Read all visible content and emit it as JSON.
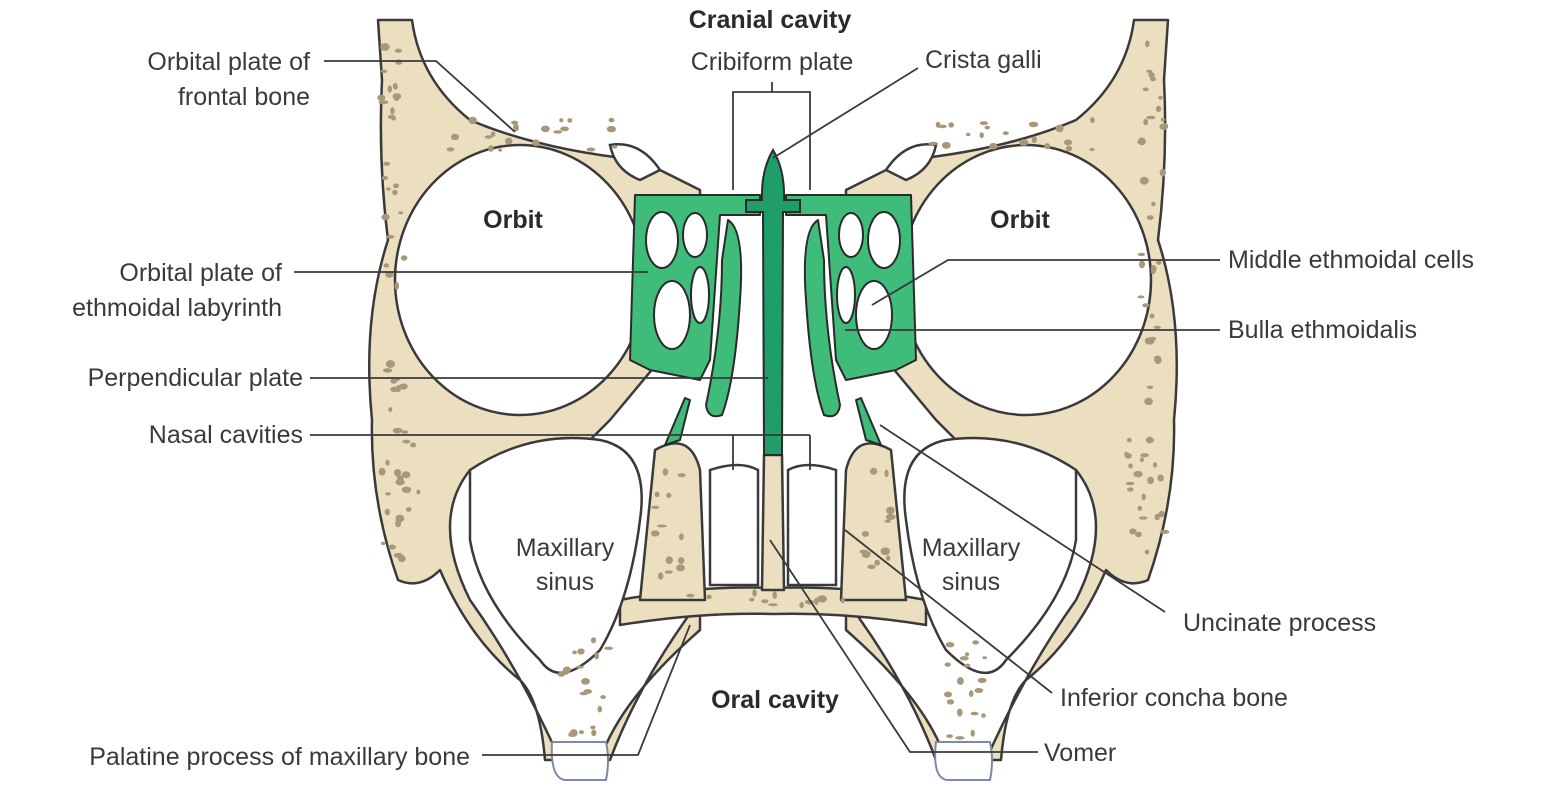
{
  "labels": {
    "cranial_cavity": "Cranial cavity",
    "cribiform_plate": "Cribiform plate",
    "crista_galli": "Crista galli",
    "orbital_plate_frontal_1": "Orbital plate of",
    "orbital_plate_frontal_2": "frontal bone",
    "orbit_left": "Orbit",
    "orbit_right": "Orbit",
    "orbital_plate_ethmoid_1": "Orbital plate of",
    "orbital_plate_ethmoid_2": "ethmoidal labyrinth",
    "middle_ethmoidal_cells": "Middle ethmoidal cells",
    "bulla_ethmoidalis": "Bulla ethmoidalis",
    "perpendicular_plate": "Perpendicular plate",
    "nasal_cavities": "Nasal cavities",
    "maxillary_sinus_left_1": "Maxillary",
    "maxillary_sinus_left_2": "sinus",
    "maxillary_sinus_right_1": "Maxillary",
    "maxillary_sinus_right_2": "sinus",
    "uncinate_process": "Uncinate process",
    "inferior_concha_bone": "Inferior concha bone",
    "oral_cavity": "Oral cavity",
    "palatine_process": "Palatine process of maxillary bone",
    "vomer": "Vomer"
  },
  "colors": {
    "bone": "#ebdfc0",
    "ethmoid": "#3fbb7a",
    "perpendicular_plate": "#1f9e6a",
    "outline": "#3a3a3a",
    "text": "#3a3a3a"
  }
}
